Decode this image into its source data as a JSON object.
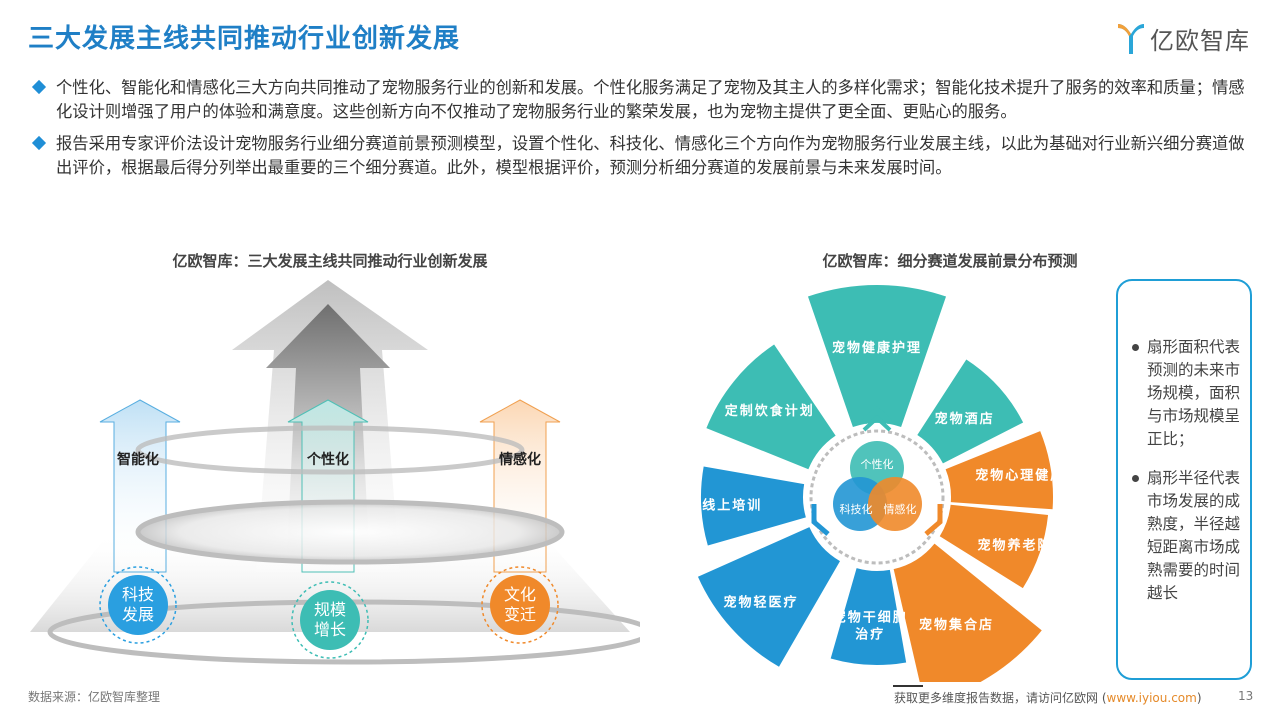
{
  "header": {
    "title": "三大发展主线共同推动行业创新发展",
    "logo_text": "亿欧智库"
  },
  "bullets": [
    "个性化、智能化和情感化三大方向共同推动了宠物服务行业的创新和发展。个性化服务满足了宠物及其主人的多样化需求；智能化技术提升了服务的效率和质量；情感化设计则增强了用户的体验和满意度。这些创新方向不仅推动了宠物服务行业的繁荣发展，也为宠物主提供了更全面、更贴心的服务。",
    "报告采用专家评价法设计宠物服务行业细分赛道前景预测模型，设置个性化、科技化、情感化三个方向作为宠物服务行业发展主线，以此为基础对行业新兴细分赛道做出评价，根据最后得分列举出最重要的三个细分赛道。此外，模型根据评价，预测分析细分赛道的发展前景与未来发展时间。"
  ],
  "left_chart": {
    "title": "亿欧智库：三大发展主线共同推动行业创新发展",
    "arrows": [
      "智能化",
      "个性化",
      "情感化"
    ],
    "circles": [
      "科技\n发展",
      "规模\n增长",
      "文化\n变迁"
    ]
  },
  "right_chart": {
    "title": "亿欧智库：细分赛道发展前景分布预测",
    "center": [
      "个性化",
      "科技化",
      "情感化"
    ],
    "segments": [
      {
        "label": "宠物健康护理",
        "color": "#3dbdb4"
      },
      {
        "label": "宠物酒店",
        "color": "#3dbdb4"
      },
      {
        "label": "宠物心理健康",
        "color": "#f0892a"
      },
      {
        "label": "宠物养老院",
        "color": "#f0892a"
      },
      {
        "label": "宠物集合店",
        "color": "#f0892a"
      },
      {
        "label": "宠物干细胞\n治疗",
        "color": "#2296d4"
      },
      {
        "label": "宠物轻医疗",
        "color": "#2296d4"
      },
      {
        "label": "线上培训",
        "color": "#2296d4"
      },
      {
        "label": "定制饮食计划",
        "color": "#3dbdb4"
      }
    ]
  },
  "notes": [
    "扇形面积代表预测的未来市场规模，面积与市场规模呈正比；",
    "扇形半径代表市场发展的成熟度，半径越短距离市场成熟需要的时间越长"
  ],
  "footer": {
    "source": "数据来源：亿欧智库整理",
    "more_text": "获取更多维度报告数据，请访问亿欧网 (",
    "link": "www.iyiou.com",
    "close": ")",
    "page": "13"
  }
}
